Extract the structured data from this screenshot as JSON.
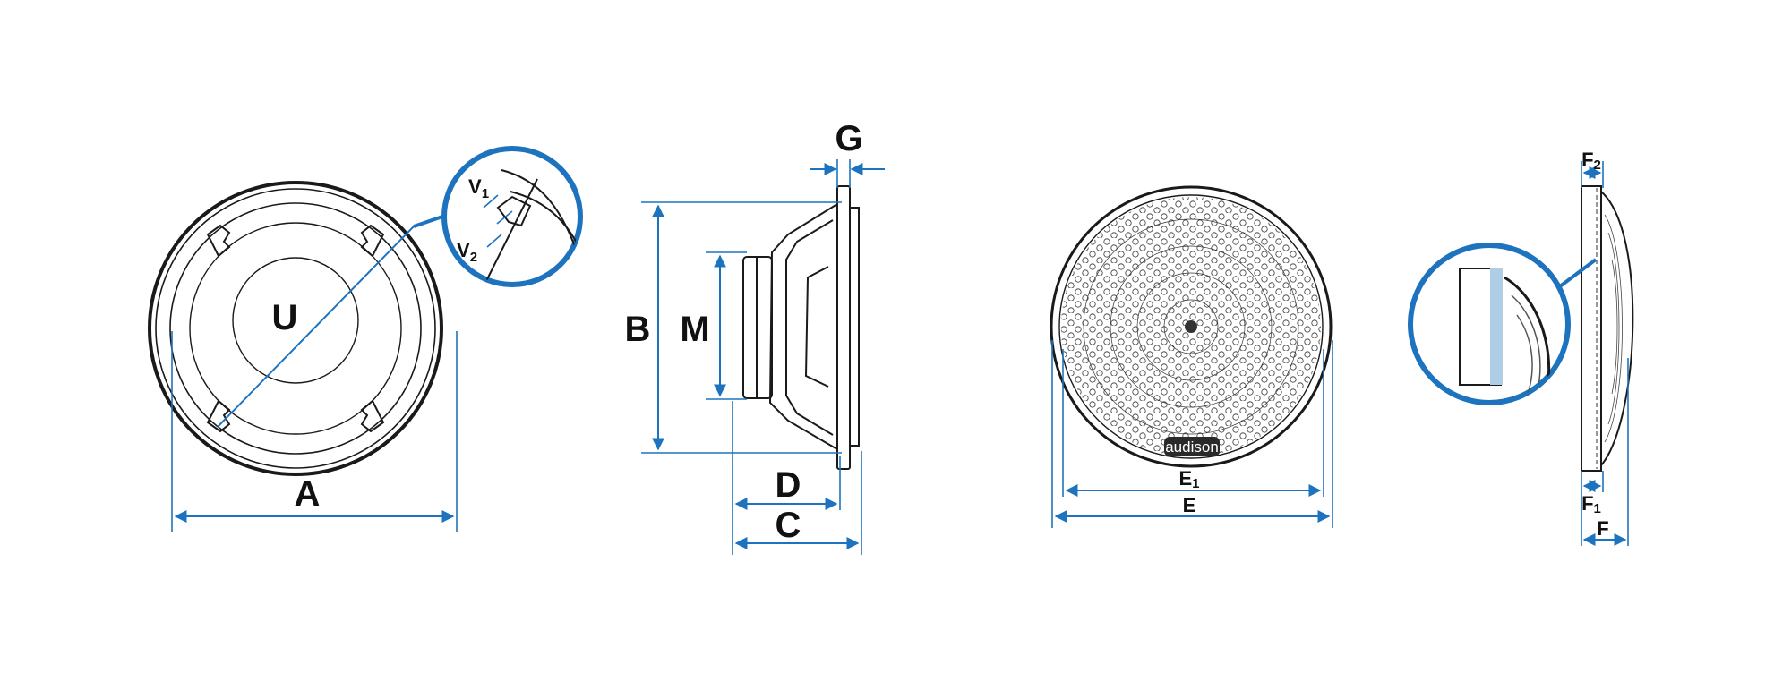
{
  "colors": {
    "ink": "#1a1a1a",
    "dimension": "#1e73be",
    "callout_ring": "#1e73be",
    "grille_fill": "#ffffff",
    "brand_badge": "#2a2a2a"
  },
  "front_view": {
    "label_diameter": "A",
    "label_cone": "U",
    "callout": {
      "label_v1": "V",
      "sub_v1": "1",
      "label_v2": "V",
      "sub_v2": "2"
    }
  },
  "side_view": {
    "label_height": "B",
    "label_magnet": "M",
    "label_depth_d": "D",
    "label_depth_c": "C",
    "label_flange": "G"
  },
  "grille_front": {
    "brand": "audison",
    "label_e1": "E",
    "sub_e1": "1",
    "label_e": "E"
  },
  "grille_side": {
    "label_f2": "F",
    "sub_f2": "2",
    "label_f1": "F",
    "sub_f1": "1",
    "label_f": "F"
  }
}
